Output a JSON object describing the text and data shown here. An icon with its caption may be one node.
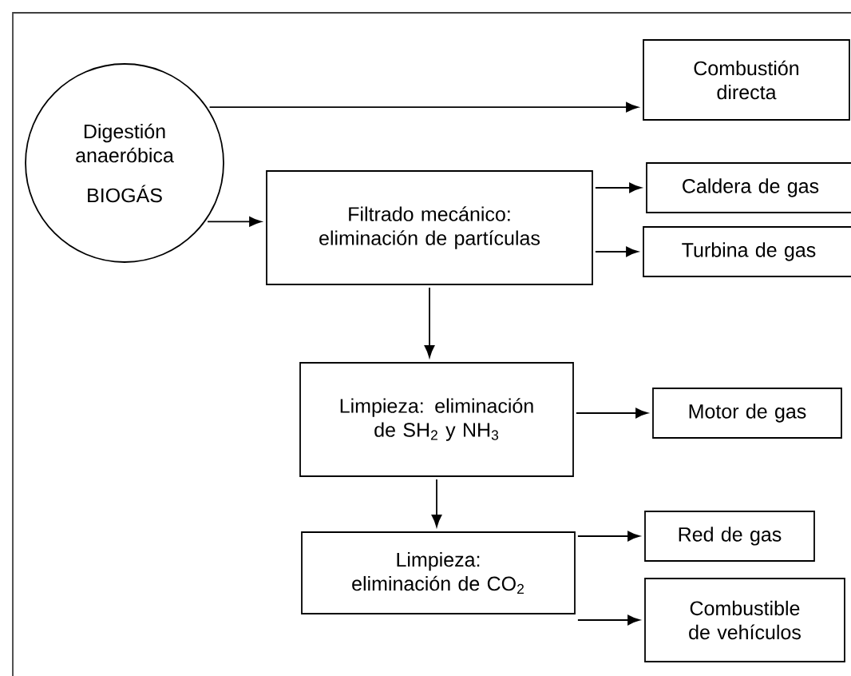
{
  "diagram": {
    "nodes": [
      {
        "text": [
          "Digestión anaeróbica",
          "BIOGÁS"
        ]
      },
      {
        "text": [
          "Combustión directa"
        ]
      },
      {
        "text": [
          "Filtrado mecánico: eliminación de partículas"
        ]
      },
      {
        "text": [
          "Caldera de gas"
        ]
      },
      {
        "text": [
          "Turbina de gas"
        ]
      },
      {
        "text": [
          "Limpieza: eliminación de SH$_{2}$ y NH$_{3}$"
        ]
      },
      {
        "text": [
          "Motor de gas"
        ]
      },
      {
        "text": [
          "Limpieza: eliminación de CO$_{2}$"
        ]
      },
      {
        "text": [
          "Red de gas"
        ]
      },
      {
        "text": [
          "Combustible de vehículos"
        ]
      }
    ],
    "edges": [
      {
        "from": 0,
        "to": 1,
        "arrow": "to"
      },
      {
        "from": 0,
        "to": 2,
        "arrow": "to"
      },
      {
        "from": 2,
        "to": 3,
        "arrow": "to"
      },
      {
        "from": 2,
        "to": 4,
        "arrow": "to"
      },
      {
        "from": 2,
        "to": 5,
        "arrow": "to"
      },
      {
        "from": 5,
        "to": 6,
        "arrow": "to"
      },
      {
        "from": 5,
        "to": 7,
        "arrow": "to"
      },
      {
        "from": 7,
        "to": 8,
        "arrow": "to"
      },
      {
        "from": 7,
        "to": 9,
        "arrow": "to"
      }
    ]
  }
}
